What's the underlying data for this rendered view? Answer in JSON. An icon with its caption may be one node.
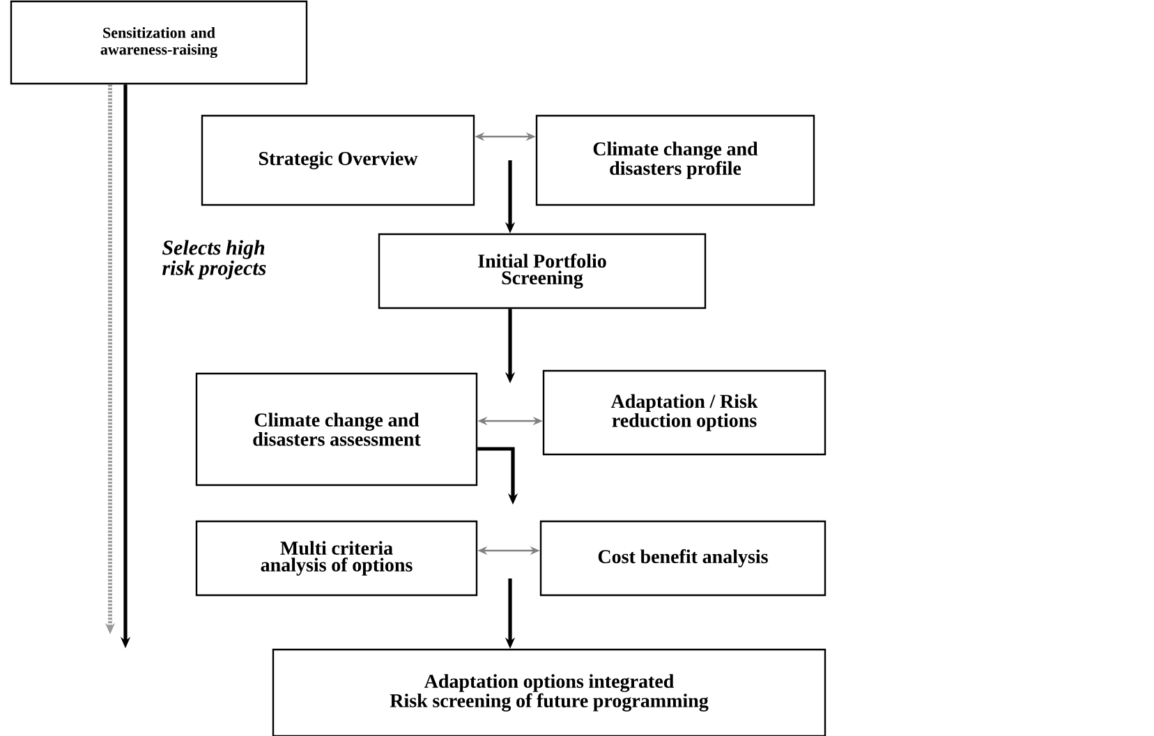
{
  "diagram": {
    "nodes": [
      {
        "text": [
          "Sensitization and awareness-raising"
        ]
      },
      {
        "text": [
          "Strategic Overview"
        ]
      },
      {
        "text": [
          "Climate change and disasters profile"
        ]
      },
      {
        "text": [
          "Initial Portfolio Screening"
        ]
      },
      {
        "text": [
          "Climate change and disasters assessment"
        ]
      },
      {
        "text": [
          "Adaptation / Risk reduction options"
        ]
      },
      {
        "text": [
          "Multi criteria analysis of options"
        ]
      },
      {
        "text": [
          "Cost benefit analysis"
        ]
      },
      {
        "text": [
          "Adaptation options integrated",
          "Risk screening of future programming"
        ]
      }
    ],
    "edges": [
      {
        "from": 1,
        "to": 2,
        "arrow": "both",
        "color": "#808080"
      },
      {
        "from": null,
        "to": 3,
        "arrow": "to"
      },
      {
        "from": 3,
        "to": null,
        "arrow": "to"
      },
      {
        "from": 4,
        "to": 5,
        "arrow": "both",
        "color": "#808080"
      },
      {
        "from": 4,
        "to": null,
        "arrow": "to"
      },
      {
        "from": 6,
        "to": 7,
        "arrow": "both",
        "color": "#808080"
      },
      {
        "from": null,
        "to": 8,
        "arrow": "to"
      },
      {
        "from": 0,
        "to": null,
        "arrow": "to"
      },
      {
        "from": 0,
        "to": null,
        "arrow": "to",
        "style": "dashed",
        "color": "#9a9a9a"
      }
    ],
    "labels": [
      "Selects high risk projects"
    ]
  }
}
